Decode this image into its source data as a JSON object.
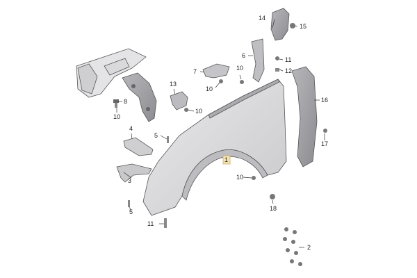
{
  "diagram": {
    "callouts": {
      "c1": "1",
      "c2": "2",
      "c3": "3",
      "c4": "4",
      "c5a": "5",
      "c5b": "5",
      "c6": "6",
      "c7": "7",
      "c8": "8",
      "c10a": "10",
      "c10b": "10",
      "c10c": "10",
      "c10d": "10",
      "c11a": "11",
      "c11b": "11",
      "c12": "12",
      "c13": "13",
      "c14": "14",
      "c15": "15",
      "c16": "16",
      "c17": "17",
      "c18": "18"
    },
    "colors": {
      "part_fill": "#d7d7d9",
      "part_dark": "#9a9a9e",
      "highlight": "#e8c170"
    }
  }
}
